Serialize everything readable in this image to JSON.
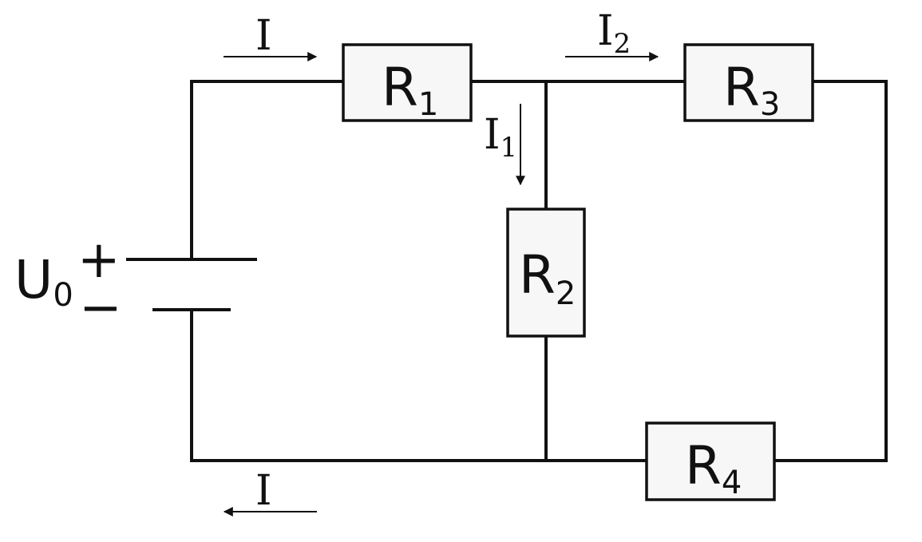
{
  "source": {
    "main": "U",
    "sub": "0",
    "plus": "+",
    "minus": "−"
  },
  "resistors": [
    {
      "main": "R",
      "sub": "1"
    },
    {
      "main": "R",
      "sub": "2"
    },
    {
      "main": "R",
      "sub": "3"
    },
    {
      "main": "R",
      "sub": "4"
    }
  ],
  "currents": [
    {
      "main": "I",
      "sub": ""
    },
    {
      "main": "I",
      "sub": "1"
    },
    {
      "main": "I",
      "sub": "2"
    },
    {
      "main": "I",
      "sub": ""
    }
  ],
  "colors": {
    "line": "#111111",
    "resistor_fill": "#f7f7f7",
    "background": "#ffffff"
  }
}
